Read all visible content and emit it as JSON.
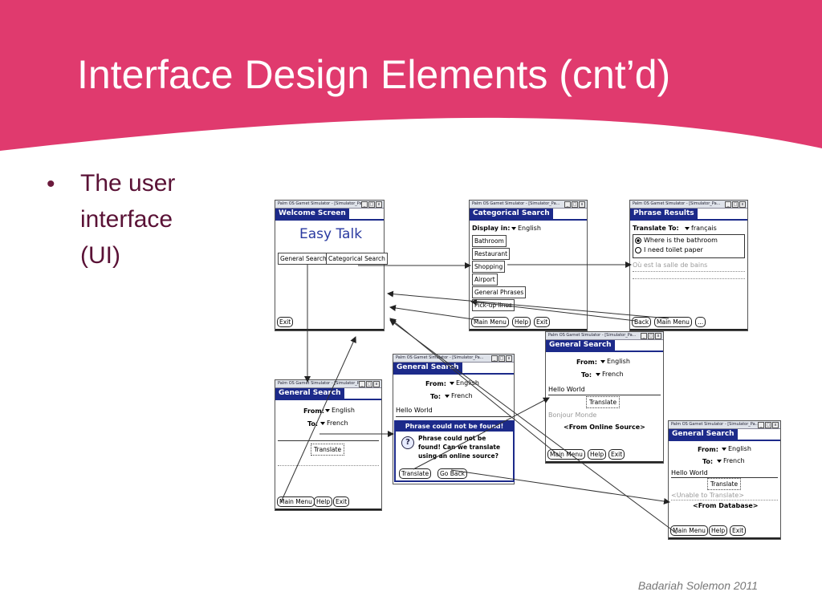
{
  "slide": {
    "title": "Interface Design Elements (cnt’d)",
    "bullet": "The user\ninterface\n(UI)",
    "footer": "Badariah Solemon 2011"
  },
  "colors": {
    "banner": "#e03a6e",
    "accent": "#1c2a8a",
    "bullet_text": "#5a1236"
  },
  "sim_title": "Palm OS Garnet Simulator - [Simulator_Pa...",
  "win_buttons": [
    "_",
    "□",
    "x"
  ],
  "welcome": {
    "header": "Welcome Screen",
    "app_name": "Easy Talk",
    "btn_general": "General Search",
    "btn_categorical": "Categorical Search",
    "btn_exit": "Exit"
  },
  "categorical": {
    "header": "Categorical Search",
    "display_label": "Display in:",
    "display_value": "English",
    "categories": [
      "Bathroom",
      "Restaurant",
      "Shopping",
      "Airport",
      "General Phrases",
      "Pick-up lines"
    ],
    "btn_main": "Main Menu",
    "btn_help": "Help",
    "btn_exit": "Exit"
  },
  "phrase_results": {
    "header": "Phrase Results",
    "translate_label": "Translate To:",
    "translate_value": "français",
    "options": [
      "Where is the bathroom",
      "I need toilet paper"
    ],
    "translation": "Où est la salle de bains",
    "btn_back": "Back",
    "btn_main": "Main Menu",
    "btn_more": "..."
  },
  "general_empty": {
    "header": "General Search",
    "from_label": "From:",
    "from_value": "English",
    "to_label": "To:",
    "to_value": "French",
    "btn_translate": "Translate",
    "btn_main": "Main Menu",
    "btn_help": "Help",
    "btn_exit": "Exit"
  },
  "general_dialog": {
    "header": "General Search",
    "from_label": "From:",
    "from_value": "English",
    "to_label": "To:",
    "to_value": "French",
    "input": "Hello World"
  },
  "dialog": {
    "title": "Phrase could not be found!",
    "message": "Phrase could not be\nfound!  Can we translate\nusing an online source?",
    "btn_translate": "Translate",
    "btn_goback": "Go Back"
  },
  "general_online": {
    "header": "General Search",
    "from_label": "From:",
    "from_value": "English",
    "to_label": "To:",
    "to_value": "French",
    "input": "Hello World",
    "btn_translate": "Translate",
    "result": "Bonjour Monde",
    "source": "<From Online Source>",
    "btn_main": "Main Menu",
    "btn_help": "Help",
    "btn_exit": "Exit"
  },
  "general_database": {
    "header": "General Search",
    "from_label": "From:",
    "from_value": "English",
    "to_label": "To:",
    "to_value": "French",
    "input": "Hello World",
    "btn_translate": "Translate",
    "result": "<Unable to Translate>",
    "source": "<From Database>",
    "btn_main": "Main Menu",
    "btn_help": "Help",
    "btn_exit": "Exit"
  }
}
